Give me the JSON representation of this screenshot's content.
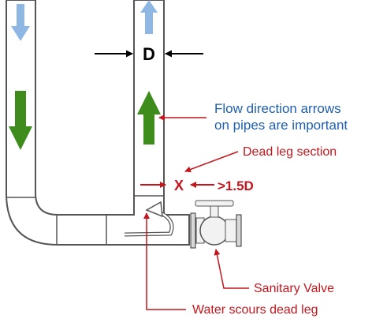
{
  "labels": {
    "diameter": "D",
    "flow_arrows_line1": "Flow direction arrows",
    "flow_arrows_line2": "on pipes are important",
    "dead_leg_section": "Dead leg section",
    "x_marker": "X",
    "dead_leg_length": ">1.5D",
    "sanitary_valve": "Sanitary Valve",
    "water_scours": "Water scours dead leg"
  },
  "colors": {
    "pipe_fill": "#ffffff",
    "pipe_outline": "#555555",
    "flow_arrow": "#3d8c1c",
    "inlet_arrow": "#8fb7e3",
    "annotation_red": "#c4161c",
    "annotation_blue": "#1f5fb0"
  },
  "icons": {
    "sanitary_valve": "valve-icon",
    "inlet_arrow": "arrow-down-icon",
    "outlet_arrow": "arrow-up-icon"
  }
}
